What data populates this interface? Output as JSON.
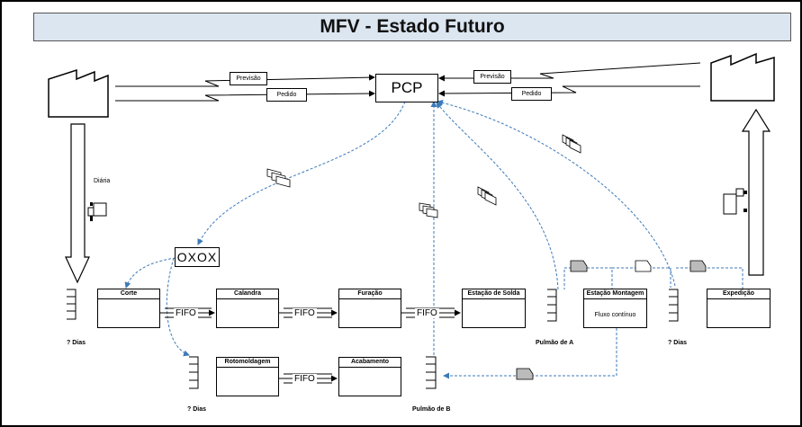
{
  "title": "MFV - Estado Futuro",
  "pcp": "PCP",
  "oxox": "OXOX",
  "left_flow": {
    "previsao": "Previsão",
    "pedido": "Pedido"
  },
  "right_flow": {
    "previsao": "Previsão",
    "pedido": "Pedido"
  },
  "delivery_frequency": "Diária",
  "processes": {
    "corte": "Corte",
    "calandra": "Calandra",
    "furacao": "Furação",
    "solda": "Estação de Solda",
    "montagem": "Estação Montagem",
    "montagem_note": "Fluxo contínuo",
    "expedicao": "Expedição",
    "rotomoldagem": "Rotomoldagem",
    "acabamento": "Acabamento"
  },
  "fifo": "FIFO",
  "inventory": {
    "left_days": "? Dias",
    "right_days": "? Dias",
    "bottom_days": "? Dias",
    "pulmao_a": "Pulmão de A",
    "pulmao_b": "Pulmão de B"
  }
}
